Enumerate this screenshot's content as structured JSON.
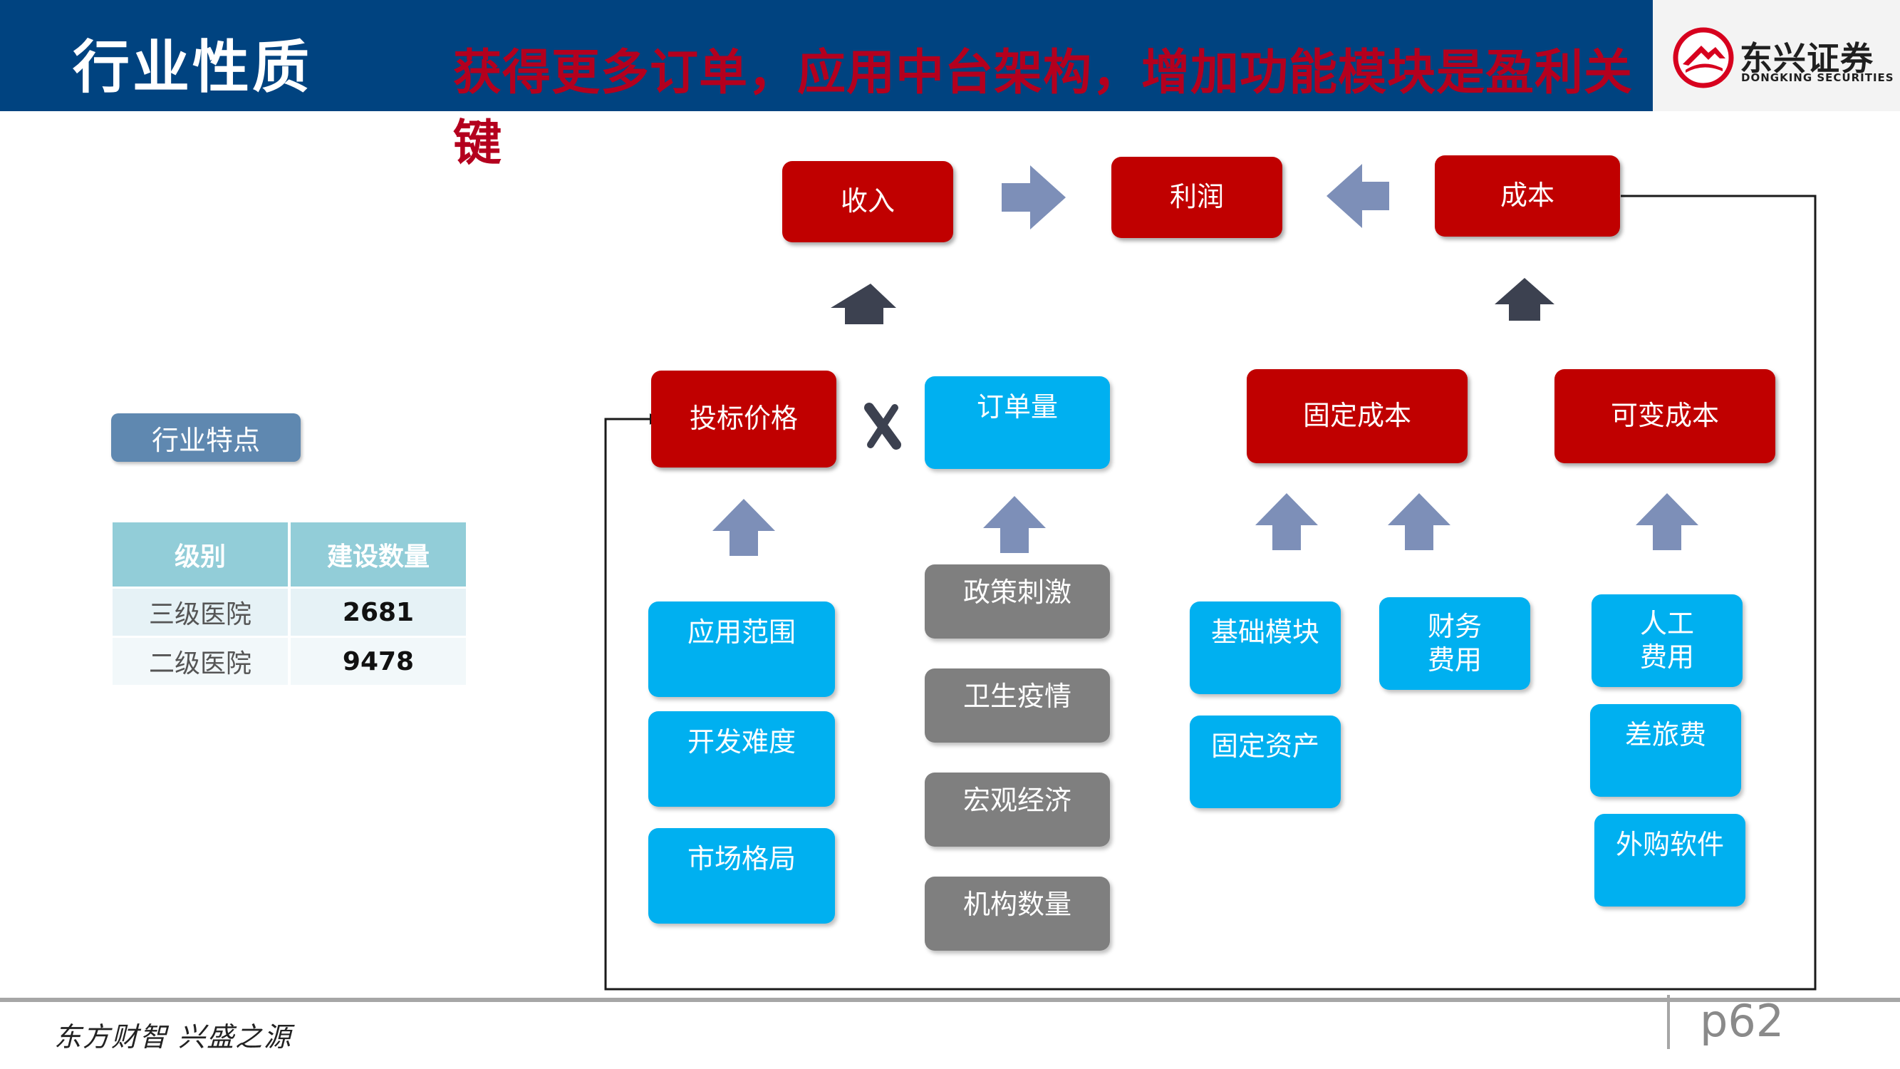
{
  "header": {
    "title": "行业性质",
    "subtitle": "获得更多订单，应用中台架构，增加功能模块是盈利关键"
  },
  "logo": {
    "name_cn": "东兴证券",
    "name_en": "DONGKING SECURITIES"
  },
  "left_panel": {
    "tag": "行业特点",
    "table": {
      "headers": [
        "级别",
        "建设数量"
      ],
      "rows": [
        [
          "三级医院",
          "2681"
        ],
        [
          "二级医院",
          "9478"
        ]
      ]
    }
  },
  "diagram": {
    "revenue": "收入",
    "profit": "利润",
    "cost": "成本",
    "bid_price": "投标价格",
    "multiply": "x",
    "order_volume": "订单量",
    "fixed_cost": "固定成本",
    "variable_cost": "可变成本",
    "price_factors": [
      "应用范围",
      "开发难度",
      "市场格局"
    ],
    "volume_factors": [
      "政策刺激",
      "卫生疫情",
      "宏观经济",
      "机构数量"
    ],
    "fixed_factors_a": [
      "基础模块",
      "固定资产"
    ],
    "fixed_factors_b": [
      "财务\n费用"
    ],
    "variable_factors": [
      "人工\n费用",
      "差旅费",
      "外购软件"
    ]
  },
  "footer": {
    "slogan": "东方财智  兴盛之源",
    "page": "p62"
  },
  "colors": {
    "header_bg": "#004380",
    "subtitle": "#b4001e",
    "red_box": "#c00000",
    "blue_box": "#00b0f0",
    "gray_box": "#7f7f7f",
    "arrow_light": "#7d8fb8",
    "arrow_dark": "#3c4150"
  }
}
